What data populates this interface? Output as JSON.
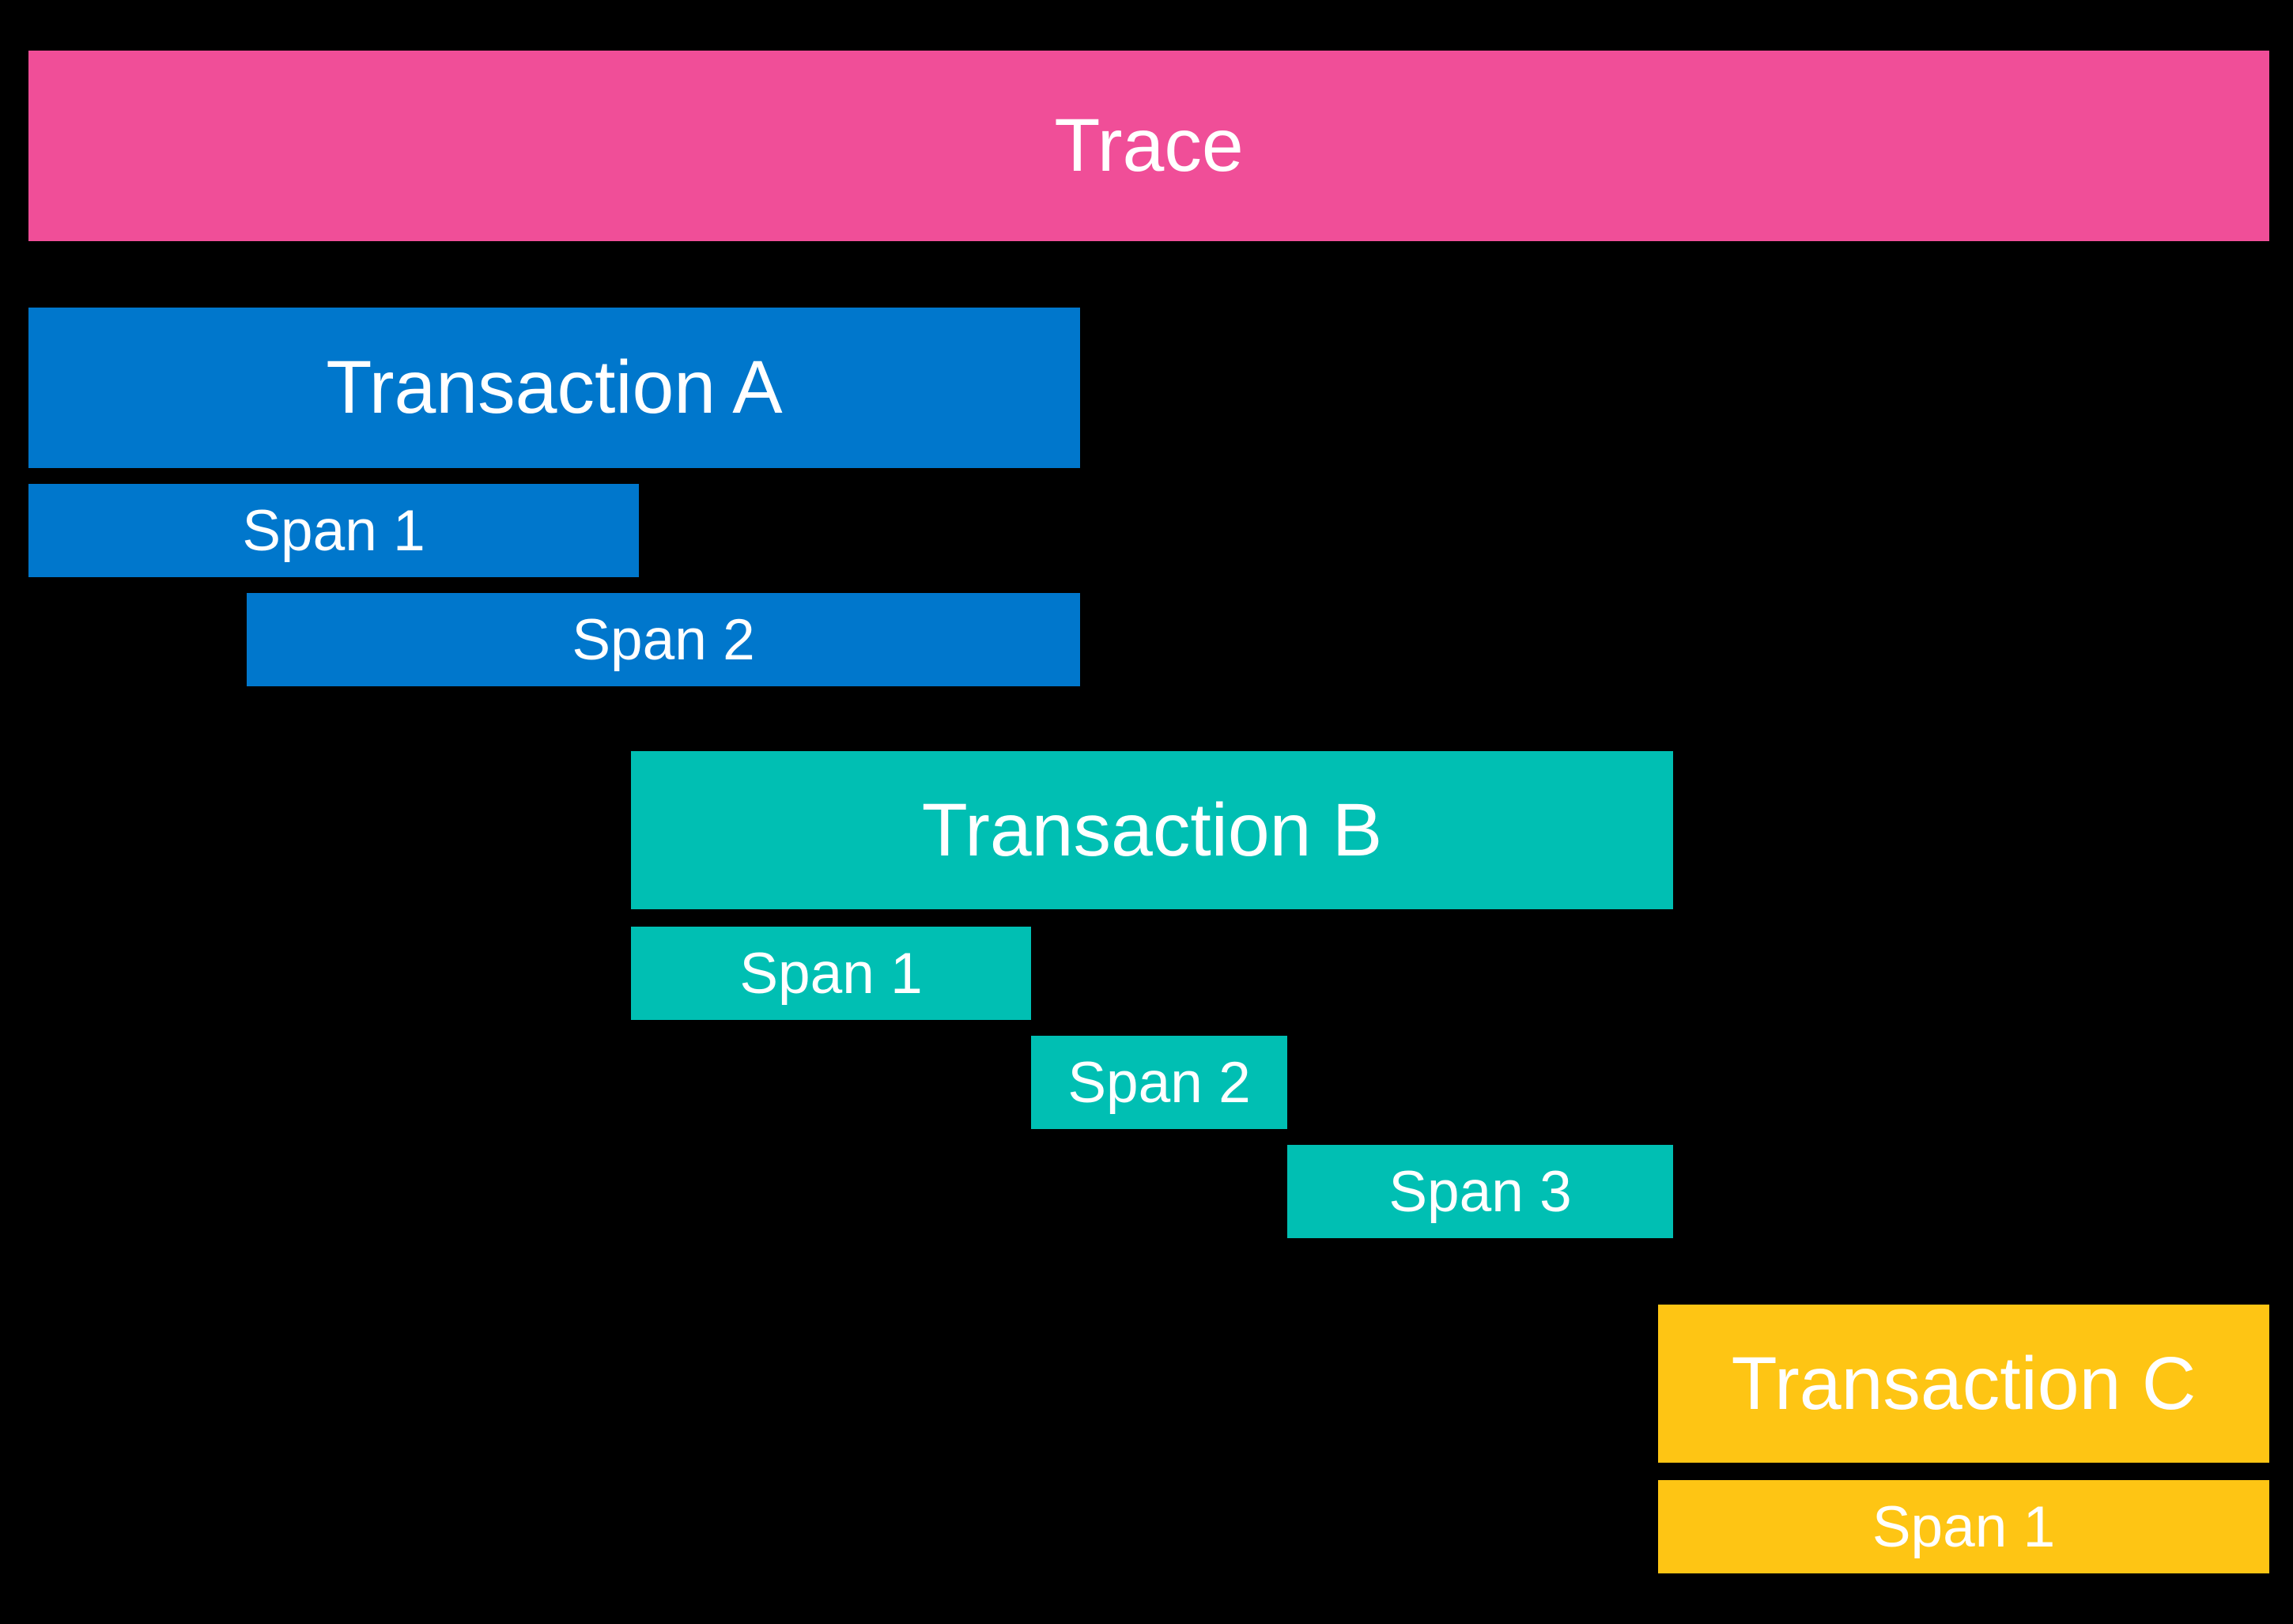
{
  "colors": {
    "background": "#000000",
    "text": "#FFFFFF",
    "trace": "#F04E98",
    "transaction_a": "#0077CC",
    "transaction_b": "#00BFB3",
    "transaction_c": "#FEC514"
  },
  "diagram": {
    "trace": {
      "label": "Trace"
    },
    "transaction_a": {
      "label": "Transaction A",
      "spans": [
        {
          "label": "Span 1"
        },
        {
          "label": "Span 2"
        }
      ]
    },
    "transaction_b": {
      "label": "Transaction B",
      "spans": [
        {
          "label": "Span 1"
        },
        {
          "label": "Span 2"
        },
        {
          "label": "Span 3"
        }
      ]
    },
    "transaction_c": {
      "label": "Transaction C",
      "spans": [
        {
          "label": "Span 1"
        }
      ]
    }
  }
}
